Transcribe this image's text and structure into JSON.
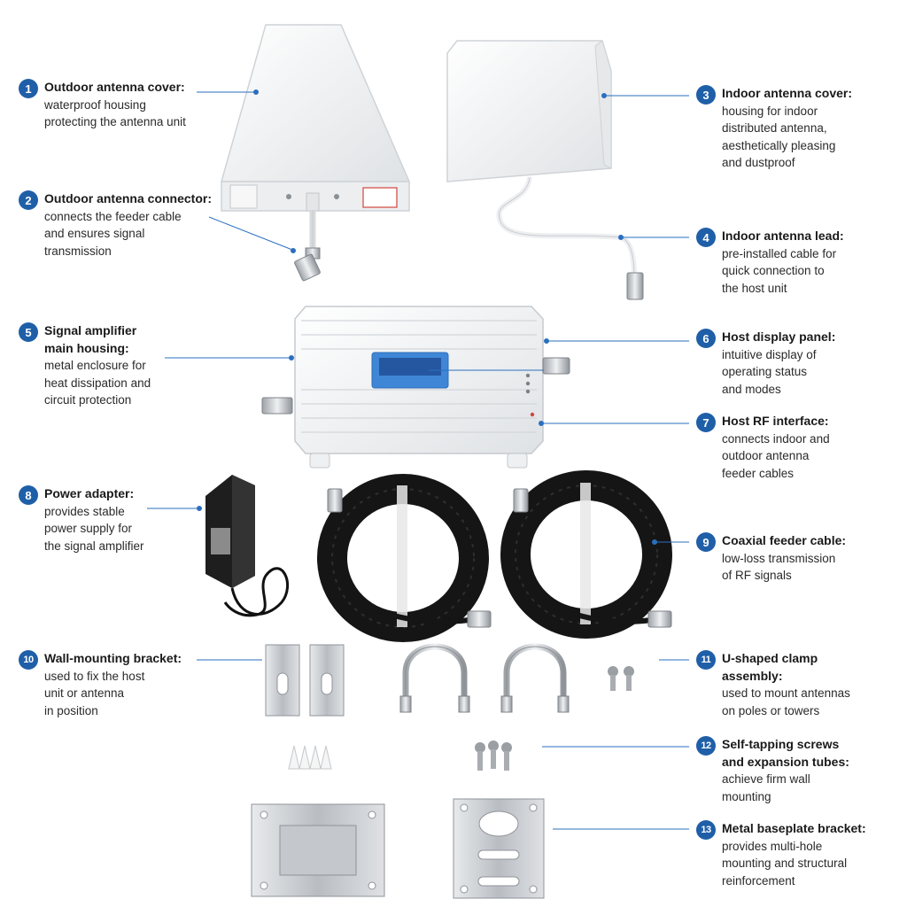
{
  "colors": {
    "accent": "#1f5fa8",
    "leader_line": "#2a6fbf",
    "product_white": "#f3f4f5",
    "cable_black": "#151515",
    "metal": "#c9ccd0",
    "display_blue": "#3f86d6"
  },
  "callouts": [
    {
      "num": "1",
      "title": [
        "Outdoor antenna cover:"
      ],
      "desc": [
        "waterproof housing",
        "protecting the antenna unit"
      ]
    },
    {
      "num": "2",
      "title": [
        "Outdoor antenna connector:"
      ],
      "desc": [
        "connects the feeder cable",
        "and ensures signal",
        "transmission"
      ]
    },
    {
      "num": "3",
      "title": [
        "Indoor antenna cover:"
      ],
      "desc": [
        "housing for indoor",
        "distributed antenna,",
        "aesthetically pleasing",
        "and dustproof"
      ]
    },
    {
      "num": "4",
      "title": [
        "Indoor antenna lead:"
      ],
      "desc": [
        "pre-installed cable for",
        "quick connection to",
        "the host unit"
      ]
    },
    {
      "num": "5",
      "title": [
        "Signal amplifier",
        "main housing:"
      ],
      "desc": [
        "metal enclosure for",
        "heat dissipation and",
        "circuit protection"
      ]
    },
    {
      "num": "6",
      "title": [
        "Host display panel:"
      ],
      "desc": [
        "intuitive display of",
        "operating status",
        "and modes"
      ]
    },
    {
      "num": "7",
      "title": [
        "Host RF interface:"
      ],
      "desc": [
        "connects indoor and",
        "outdoor antenna",
        "feeder cables"
      ]
    },
    {
      "num": "8",
      "title": [
        "Power adapter:"
      ],
      "desc": [
        "provides stable",
        "power supply for",
        "the signal amplifier"
      ]
    },
    {
      "num": "9",
      "title": [
        "Coaxial feeder cable:"
      ],
      "desc": [
        "low-loss transmission",
        "of RF signals"
      ]
    },
    {
      "num": "10",
      "title": [
        "Wall-mounting bracket:"
      ],
      "desc": [
        "used to fix the host",
        "unit or antenna",
        "in position"
      ]
    },
    {
      "num": "11",
      "title": [
        "U-shaped clamp",
        "assembly:"
      ],
      "desc": [
        "used to mount antennas",
        "on poles or towers"
      ]
    },
    {
      "num": "12",
      "title": [
        "Self-tapping screws",
        "and expansion tubes:"
      ],
      "desc": [
        "achieve firm wall",
        "mounting"
      ]
    },
    {
      "num": "13",
      "title": [
        "Metal baseplate bracket:"
      ],
      "desc": [
        "provides multi-hole",
        "mounting and structural",
        "reinforcement"
      ]
    }
  ]
}
